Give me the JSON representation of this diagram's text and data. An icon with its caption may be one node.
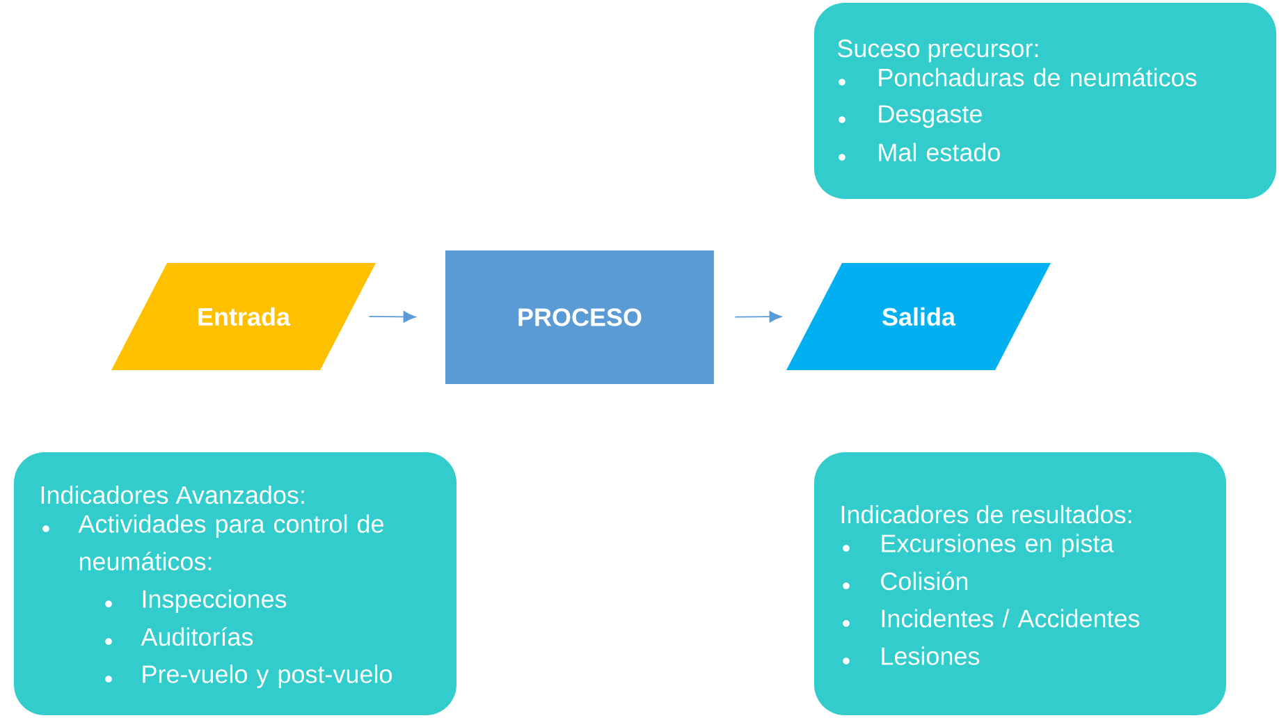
{
  "diagram": {
    "nodes": [
      {
        "text": [
          "Suceso precursor:",
          "Ponchaduras de neumáticos",
          "Desgaste",
          "Mal estado"
        ]
      },
      {
        "text": [
          "Entrada"
        ]
      },
      {
        "text": [
          "PROCESO"
        ]
      },
      {
        "text": [
          "Salida"
        ]
      },
      {
        "text": [
          "Indicadores Avanzados:",
          "Actividades para control de neumáticos:",
          "Inspecciones",
          "Auditorías",
          "Pre-vuelo y post-vuelo"
        ]
      },
      {
        "text": [
          "Indicadores de resultados:",
          "Excursiones en pista",
          "Colisión",
          "Incidentes / Accidentes",
          "Lesiones"
        ]
      }
    ],
    "edges": [
      {
        "from": 1,
        "to": 2,
        "arrow": "to"
      },
      {
        "from": 2,
        "to": 3,
        "arrow": "to"
      }
    ]
  }
}
